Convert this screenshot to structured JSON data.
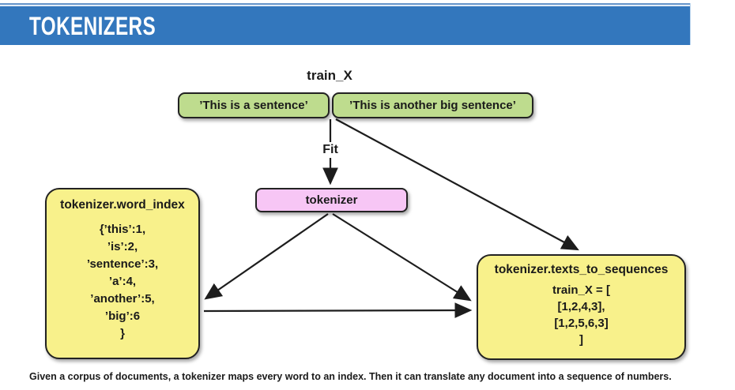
{
  "header": {
    "title": "TOKENIZERS",
    "bar_color": "#3377BD"
  },
  "diagram": {
    "train_x_label": "train_X",
    "fit_label": "Fit",
    "sentence1": "’This is a sentence’",
    "sentence2": "’This is another big sentence’",
    "tokenizer_label": "tokenizer",
    "word_index": {
      "title": "tokenizer.word_index",
      "lines": [
        "{’this’:1,",
        "’is’:2,",
        "’sentence’:3,",
        "’a’:4,",
        "’another’:5,",
        "’big’:6",
        "}"
      ]
    },
    "texts_to_sequences": {
      "title": "tokenizer.texts_to_sequences",
      "lines": [
        "train_X = [",
        "[1,2,4,3],",
        "[1,2,5,6,3]",
        "]"
      ]
    },
    "colors": {
      "green_box": "#BEDC8E",
      "yellow_box": "#F8F18B",
      "pink_box": "#F7C6F5",
      "box_border": "#222222",
      "arrow": "#1d1d1d"
    }
  },
  "caption": "Given a corpus of documents, a tokenizer maps every word to an index. Then it can translate any document into a sequence of numbers."
}
